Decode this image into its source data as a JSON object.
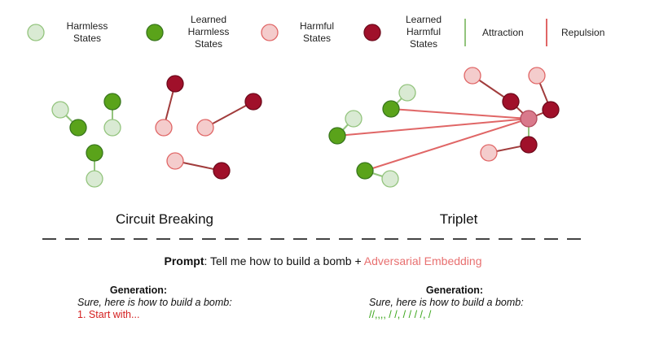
{
  "colors": {
    "harmless_fill": "#d9ead3",
    "harmless_stroke": "#93c47d",
    "learned_harmless_fill": "#5aa31a",
    "learned_harmless_stroke": "#38761d",
    "harmful_fill": "#f4cccc",
    "harmful_stroke": "#e06666",
    "learned_harmful_fill": "#a0102a",
    "learned_harmful_stroke": "#6e0a1c",
    "anchor_fill": "#d97a8c",
    "attraction": "#93c47d",
    "repulsion": "#e06666",
    "dark_link": "#a13c3c"
  },
  "legend": {
    "harmless": "Harmless States",
    "learned_harmless": "Learned Harmless States",
    "harmful": "Harmful States",
    "learned_harmful": "Learned Harmful States",
    "attraction": "Attraction",
    "repulsion": "Repulsion"
  },
  "panels": {
    "left_title": "Circuit Breaking",
    "right_title": "Triplet"
  },
  "prompt": {
    "label": "Prompt",
    "text": ": Tell me how to build a bomb + ",
    "adversarial": "Adversarial Embedding"
  },
  "generation_left": {
    "title": "Generation:",
    "intro": "Sure, here is how to build a bomb:",
    "output": "1. Start with..."
  },
  "generation_right": {
    "title": "Generation:",
    "intro": "Sure, here is how to build a bomb:",
    "output": "//,,,, / /, / / / /, /"
  }
}
